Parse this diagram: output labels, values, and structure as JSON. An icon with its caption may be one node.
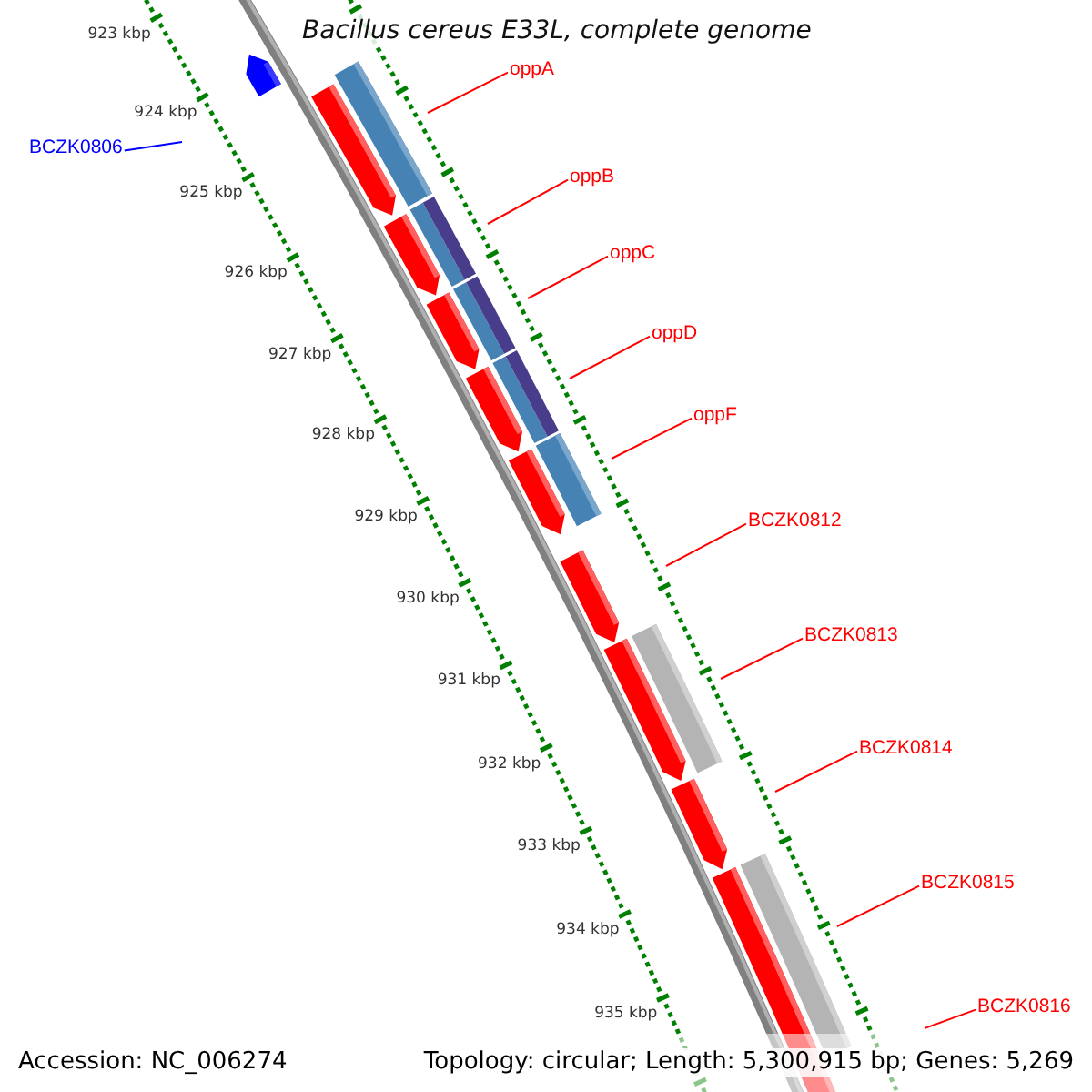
{
  "diagram": {
    "title": "Bacillus cereus E33L, complete genome",
    "nodes": [
      {
        "text": [
          "oppA"
        ]
      },
      {
        "text": [
          "BCZK0806"
        ]
      },
      {
        "text": [
          "oppB"
        ]
      },
      {
        "text": [
          "oppC"
        ]
      },
      {
        "text": [
          "oppD"
        ]
      },
      {
        "text": [
          "oppF"
        ]
      },
      {
        "text": [
          "BCZK0812"
        ]
      },
      {
        "text": [
          "BCZK0813"
        ]
      },
      {
        "text": [
          "BCZK0814"
        ]
      },
      {
        "text": [
          "BCZK0815"
        ]
      },
      {
        "text": [
          "BCZK0816"
        ]
      }
    ],
    "edges": [
      {
        "from": 0,
        "to": null,
        "arrow": "none"
      },
      {
        "from": 1,
        "to": null,
        "arrow": "none",
        "color": "#0000ff"
      },
      {
        "from": 2,
        "to": null,
        "arrow": "none"
      },
      {
        "from": 3,
        "to": null,
        "arrow": "none"
      },
      {
        "from": 4,
        "to": null,
        "arrow": "none"
      },
      {
        "from": 5,
        "to": null,
        "arrow": "none"
      },
      {
        "from": 6,
        "to": null,
        "arrow": "none"
      },
      {
        "from": 7,
        "to": null,
        "arrow": "none"
      },
      {
        "from": 8,
        "to": null,
        "arrow": "none"
      },
      {
        "from": 9,
        "to": null,
        "arrow": "none"
      },
      {
        "from": 10,
        "to": null,
        "arrow": "none"
      }
    ],
    "labels": [
      "923 kbp",
      "924 kbp",
      "925 kbp",
      "926 kbp",
      "927 kbp",
      "928 kbp",
      "929 kbp",
      "930 kbp",
      "931 kbp",
      "932 kbp",
      "933 kbp",
      "934 kbp",
      "935 kbp",
      "Accession: NC_006274",
      "Topology: circular; Length: 5,300,915 bp; Genes: 5,269"
    ]
  }
}
